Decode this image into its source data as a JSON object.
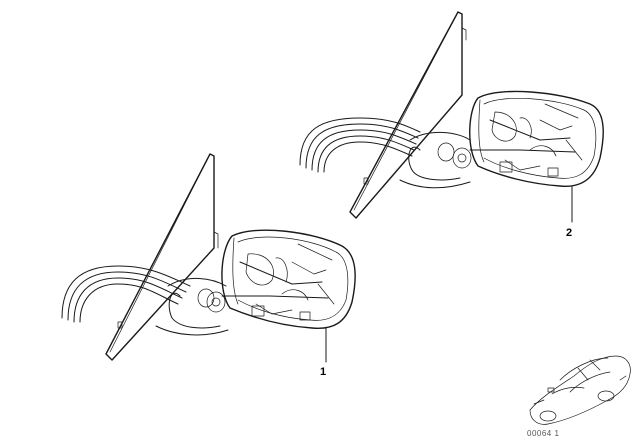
{
  "callouts": {
    "item_1": "1",
    "item_2": "2"
  },
  "reference_code": "00064 1",
  "colors": {
    "line": "#1a1a1a",
    "background": "#ffffff"
  },
  "icons": {
    "mirror_1": "exterior-mirror-assembly-icon",
    "mirror_2": "exterior-mirror-assembly-icon",
    "vehicle": "car-thumbnail-icon"
  }
}
